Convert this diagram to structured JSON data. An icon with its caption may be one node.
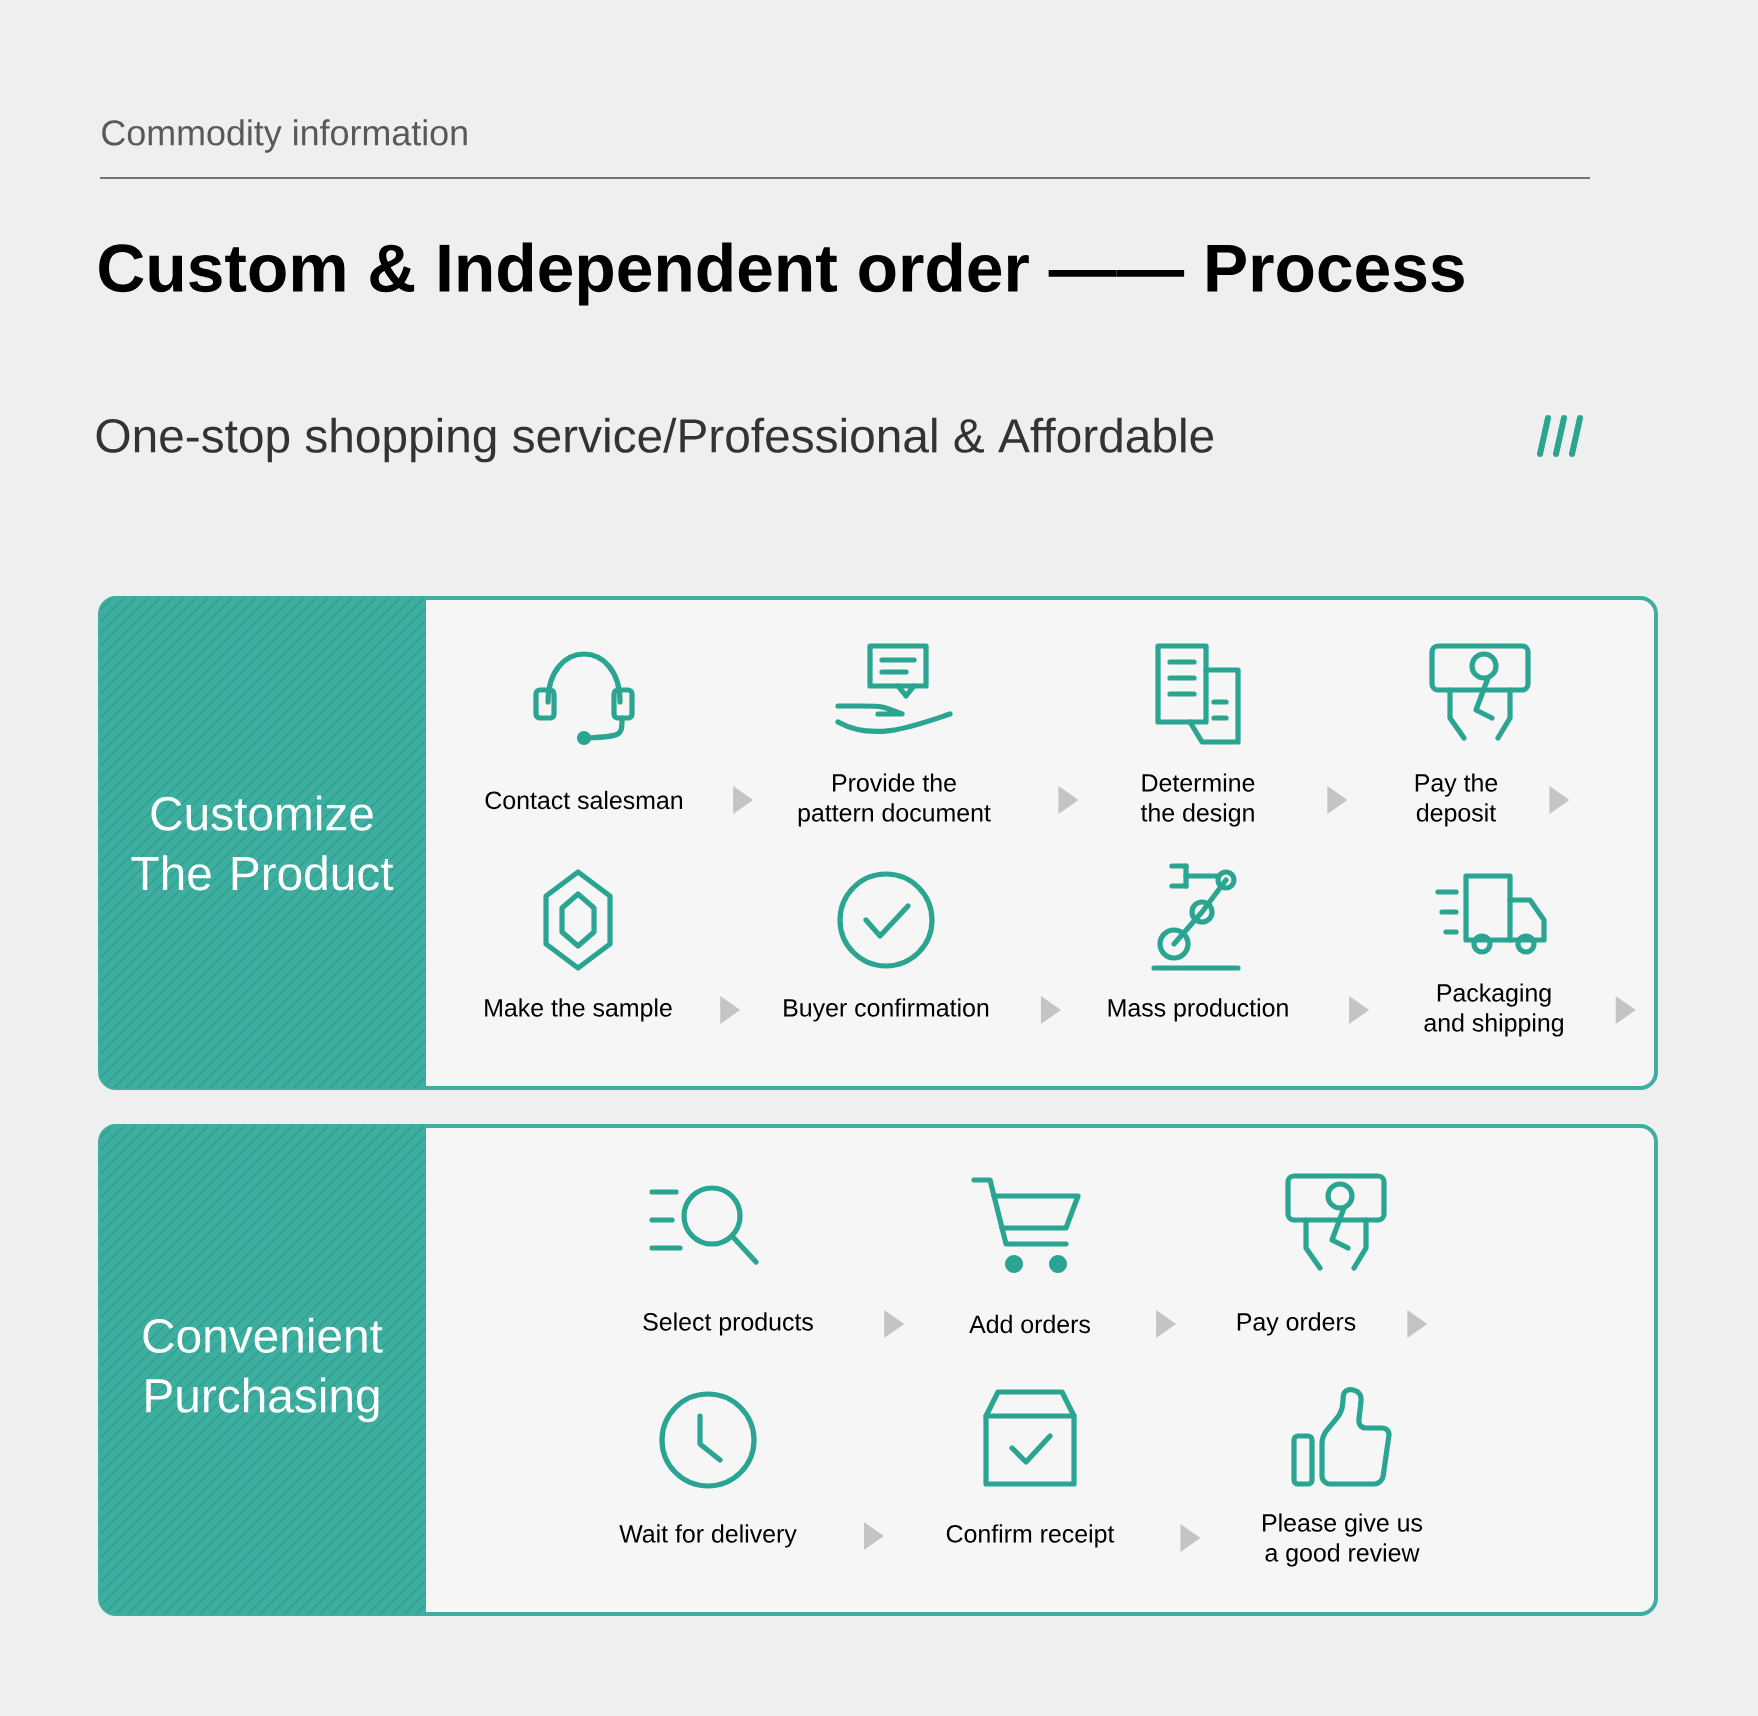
{
  "diagram": {
    "title": "Custom & Independent order —— Process",
    "nodes": [
      {
        "text": [
          "Customize The Product"
        ]
      },
      {
        "text": [
          "Contact salesman"
        ],
        "in": 0
      },
      {
        "text": [
          "Provide the pattern document"
        ],
        "in": 0
      },
      {
        "text": [
          "Determine the design"
        ],
        "in": 0
      },
      {
        "text": [
          "Pay the deposit"
        ],
        "in": 0
      },
      {
        "text": [
          "Make the sample"
        ],
        "in": 0
      },
      {
        "text": [
          "Buyer confirmation"
        ],
        "in": 0
      },
      {
        "text": [
          "Mass production"
        ],
        "in": 0
      },
      {
        "text": [
          "Packaging and shipping"
        ],
        "in": 0
      },
      {
        "text": [
          "Convenient Purchasing"
        ]
      },
      {
        "text": [
          "Select products"
        ],
        "in": 9
      },
      {
        "text": [
          "Add orders"
        ],
        "in": 9
      },
      {
        "text": [
          "Pay orders"
        ],
        "in": 9
      },
      {
        "text": [
          "Wait for delivery"
        ],
        "in": 9
      },
      {
        "text": [
          "Confirm receipt"
        ],
        "in": 9
      },
      {
        "text": [
          "Please give us a good review"
        ],
        "in": 9
      }
    ],
    "edges": [
      {
        "from": 1,
        "to": 2,
        "arrow": "to"
      },
      {
        "from": 2,
        "to": 3,
        "arrow": "to"
      },
      {
        "from": 3,
        "to": 4,
        "arrow": "to"
      },
      {
        "from": 4,
        "to": null,
        "arrow": "to"
      },
      {
        "from": 5,
        "to": 6,
        "arrow": "to"
      },
      {
        "from": 6,
        "to": 7,
        "arrow": "to"
      },
      {
        "from": 7,
        "to": 8,
        "arrow": "to"
      },
      {
        "from": 8,
        "to": null,
        "arrow": "to"
      },
      {
        "from": 10,
        "to": 11,
        "arrow": "to"
      },
      {
        "from": 11,
        "to": 12,
        "arrow": "to"
      },
      {
        "from": 12,
        "to": null,
        "arrow": "to"
      },
      {
        "from": 13,
        "to": 14,
        "arrow": "to"
      },
      {
        "from": 14,
        "to": 15,
        "arrow": "to"
      }
    ],
    "labels": [
      "Commodity information",
      "One-stop shopping service/Professional & Affordable"
    ]
  }
}
